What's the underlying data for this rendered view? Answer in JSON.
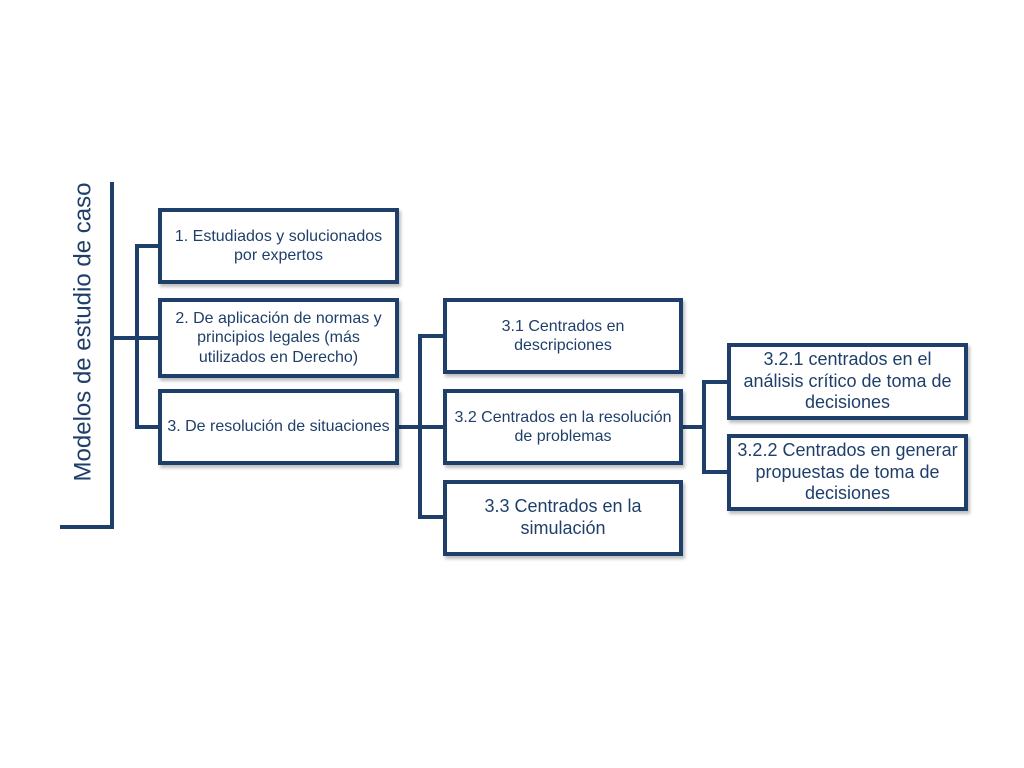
{
  "diagram": {
    "title": "Modelos de estudio de caso",
    "colors": {
      "stroke": "#1f3f6b",
      "text": "#1f3f6b",
      "background": "#ffffff"
    },
    "nodes": {
      "n1": {
        "label": "1. Estudiados y solucionados por expertos"
      },
      "n2": {
        "label": "2. De aplicación de normas y principios legales (más utilizados en Derecho)"
      },
      "n3": {
        "label": "3. De resolución de situaciones"
      },
      "n31": {
        "label": "3.1 Centrados en descripciones"
      },
      "n32": {
        "label": "3.2 Centrados en la resolución de problemas"
      },
      "n33": {
        "label": "3.3 Centrados en la simulación"
      },
      "n321": {
        "label": "3.2.1 centrados en el análisis crítico de toma de decisiones"
      },
      "n322": {
        "label": "3.2.2 Centrados en generar propuestas de toma de decisiones"
      }
    },
    "edges": [
      [
        "root",
        "n1"
      ],
      [
        "root",
        "n2"
      ],
      [
        "root",
        "n3"
      ],
      [
        "n3",
        "n31"
      ],
      [
        "n3",
        "n32"
      ],
      [
        "n3",
        "n33"
      ],
      [
        "n32",
        "n321"
      ],
      [
        "n32",
        "n322"
      ]
    ]
  }
}
